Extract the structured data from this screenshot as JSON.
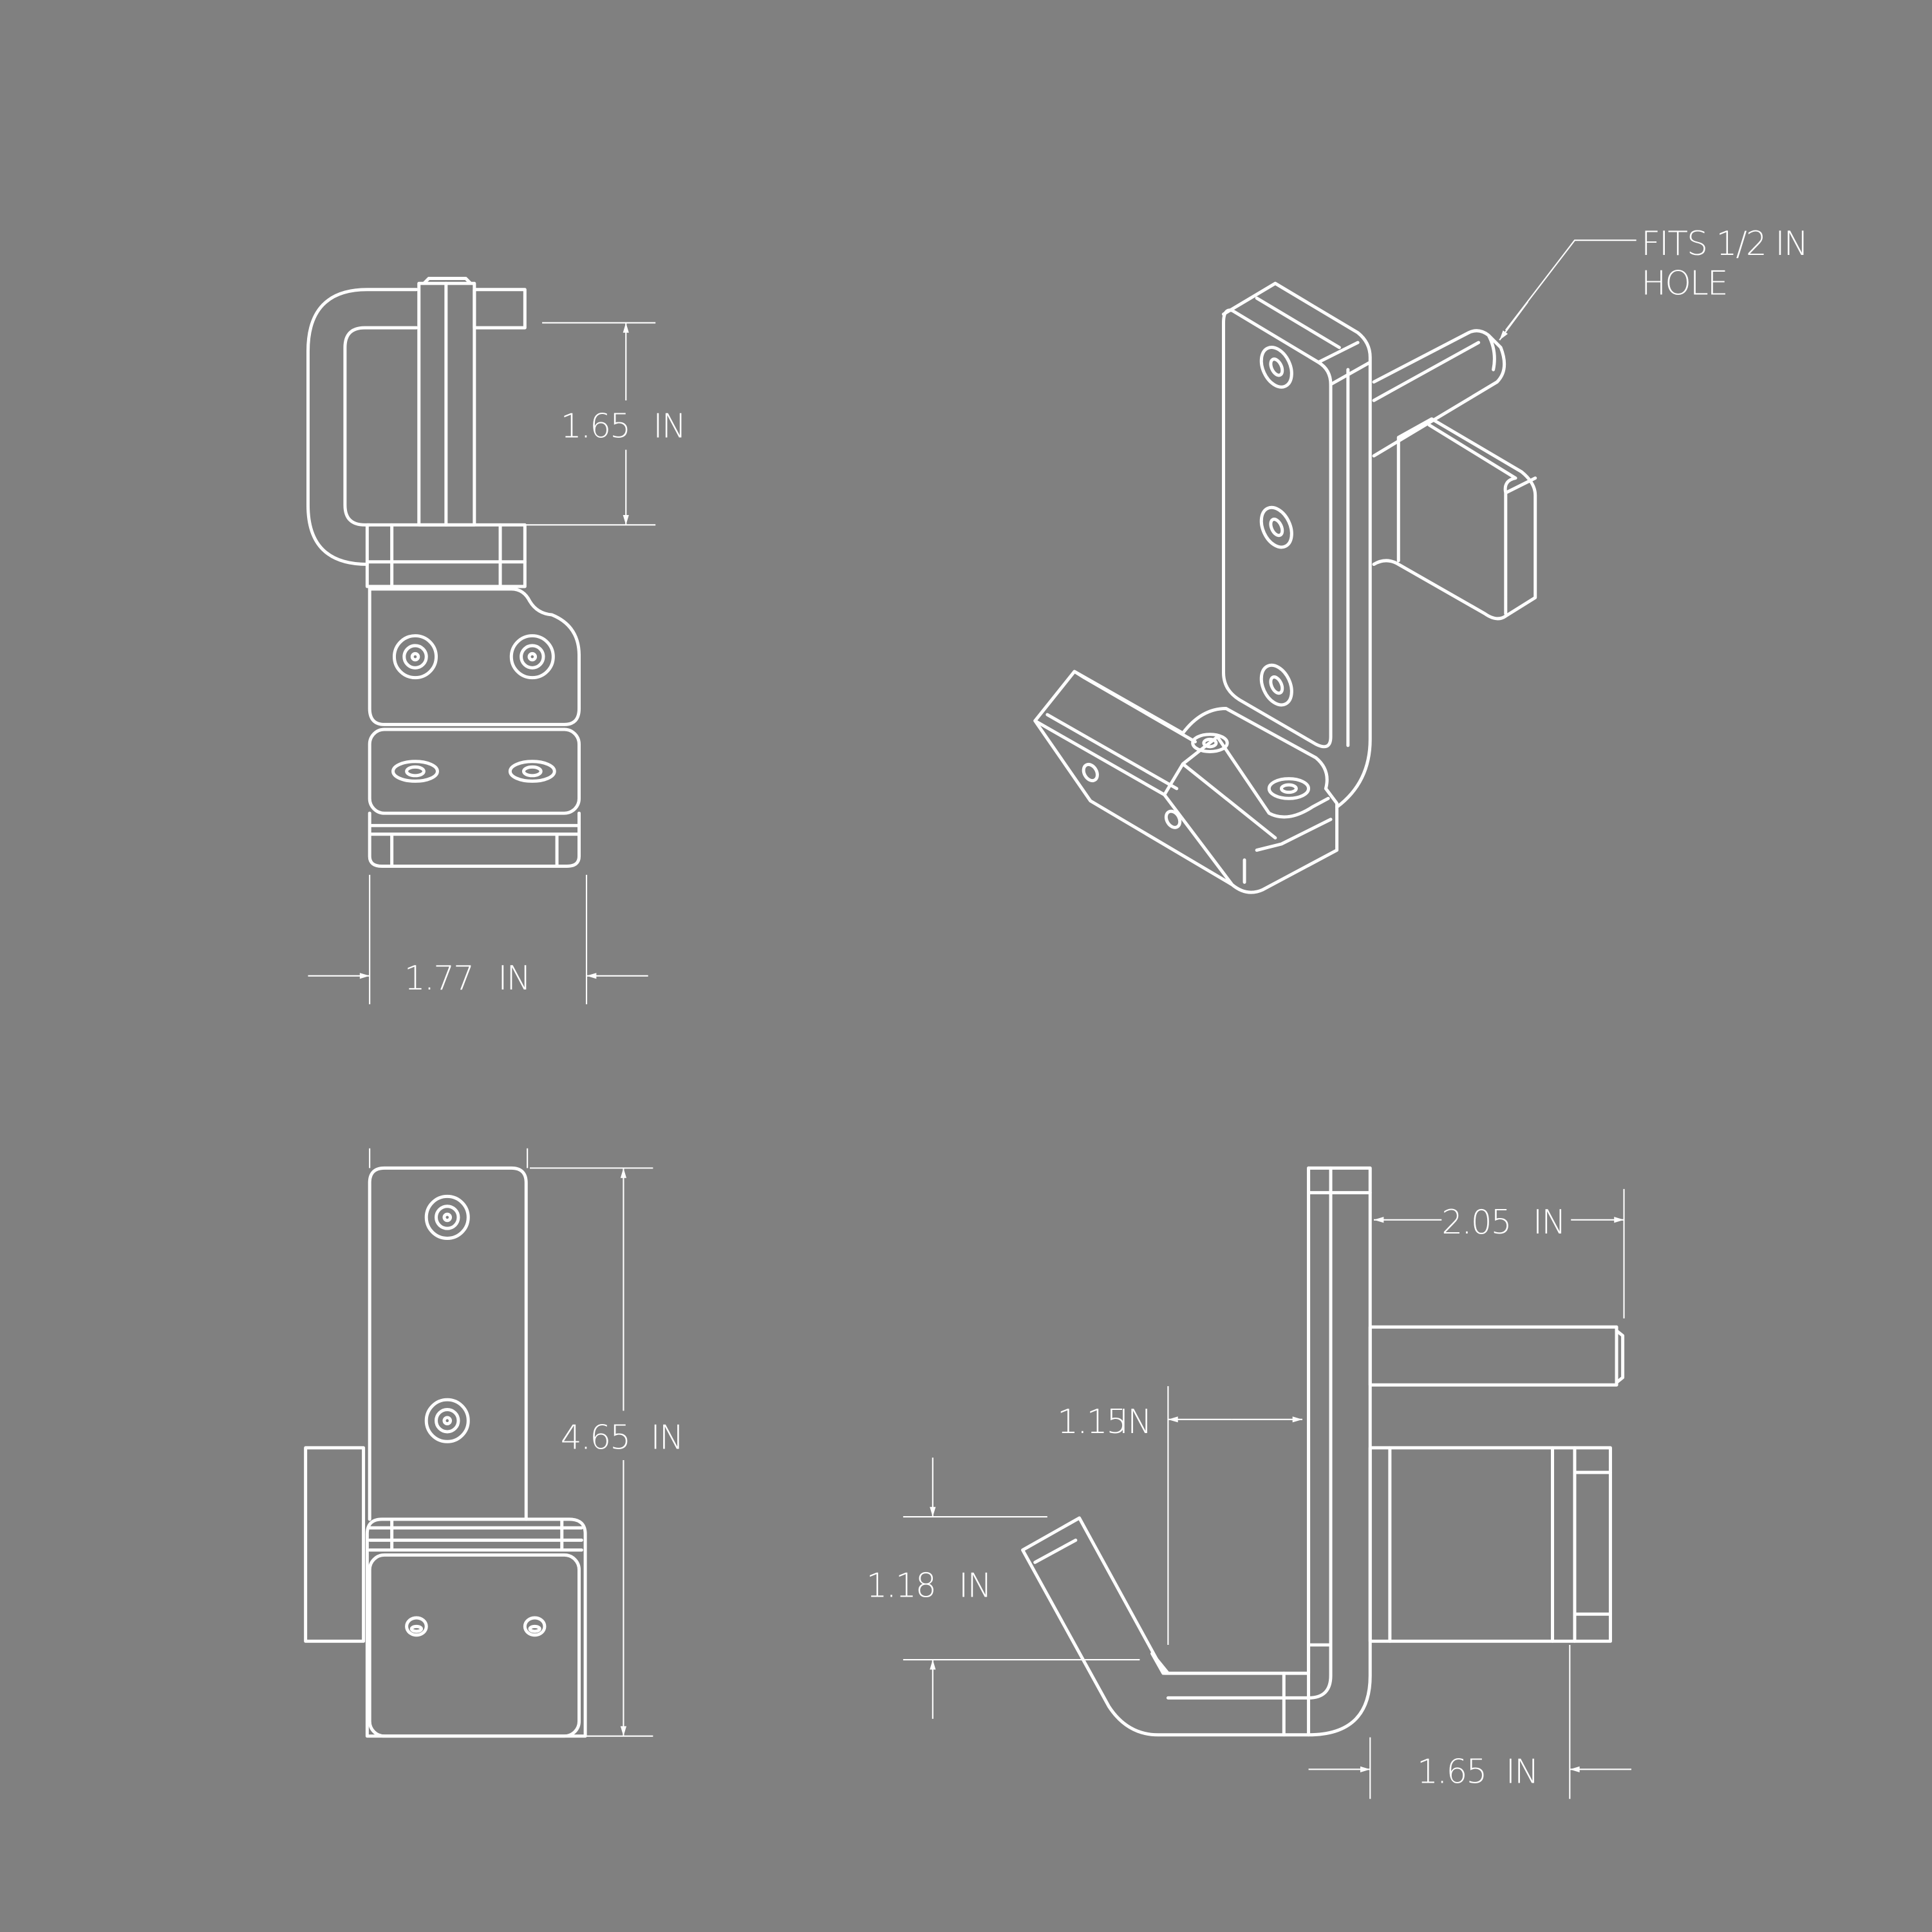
{
  "colors": {
    "background": "#808080",
    "lines": "#ffffff"
  },
  "views": {
    "front": {
      "height_value": "1.65",
      "height_unit": "IN",
      "width_value": "1.77",
      "width_unit": "IN"
    },
    "back": {
      "height_value": "4.65",
      "height_unit": "IN"
    },
    "side": {
      "pin_length_value": "2.05",
      "pin_length_unit": "IN",
      "hook_offset_value": "1.15",
      "hook_offset_unit": "IN",
      "hook_height_value": "1.18",
      "hook_height_unit": "IN",
      "block_depth_value": "1.65",
      "block_depth_unit": "IN"
    },
    "isometric": {
      "callout_line1": "FITS 1/2 IN",
      "callout_line2": "HOLE"
    }
  }
}
